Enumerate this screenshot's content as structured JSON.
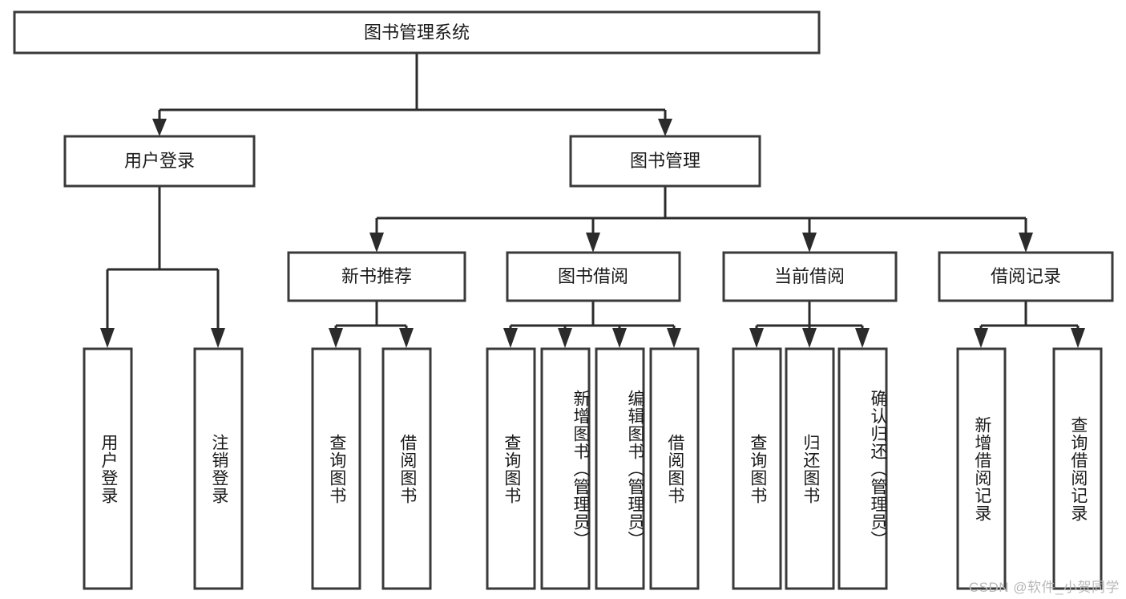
{
  "diagram": {
    "title": "图书管理系统",
    "type": "tree",
    "watermark": "CSDN @软件_小贺同学",
    "colors": {
      "box_stroke": "#3a3a3a",
      "connector": "#2b2b2b",
      "background": "#ffffff",
      "text": "#1a1a1a",
      "watermark": "#b8b8b8"
    },
    "root": {
      "label": "图书管理系统"
    },
    "level2": [
      {
        "label": "用户登录"
      },
      {
        "label": "图书管理"
      }
    ],
    "level3": [
      {
        "label": "新书推荐"
      },
      {
        "label": "图书借阅"
      },
      {
        "label": "当前借阅"
      },
      {
        "label": "借阅记录"
      }
    ],
    "leaves": {
      "user_login": [
        {
          "label": "用户登录"
        },
        {
          "label": "注销登录"
        }
      ],
      "new_book_recommend": [
        {
          "label": "查询图书"
        },
        {
          "label": "借阅图书"
        }
      ],
      "book_borrow": [
        {
          "label": "查询图书"
        },
        {
          "label": "新增图书（管理员）"
        },
        {
          "label": "编辑图书（管理员）"
        },
        {
          "label": "借阅图书"
        }
      ],
      "current_borrow": [
        {
          "label": "查询图书"
        },
        {
          "label": "归还图书"
        },
        {
          "label": "确认归还（管理员）"
        }
      ],
      "borrow_record": [
        {
          "label": "新增借阅记录"
        },
        {
          "label": "查询借阅记录"
        }
      ]
    }
  }
}
